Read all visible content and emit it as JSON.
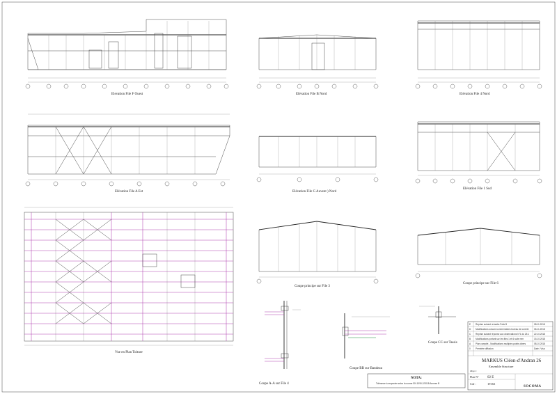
{
  "views": {
    "elev_f": "Elevation File F  Ouest",
    "elev_b": "Elévation File B  Nord",
    "elev_4": "Elévation File 4  Nord",
    "elev_a": "Elévation File A  Est",
    "elev_g": "Elévation File G  Auvent )  Nord",
    "elev_1": "Elévation File 1  Sud",
    "plan": "Vue en Plan Toiture",
    "coupe_3": "Coupe principe sur File 3",
    "coupe_6": "Coupe principe sur File 6",
    "coupe_aa": "Coupe A-A  sur  File 4",
    "coupe_bb": "Coupe BB  sur  Bandeau",
    "coupe_cc": "Coupe CC sur  Tassis"
  },
  "nota": {
    "title": "NOTA:",
    "text": "Tolérance à respecter selon la norme EN 1090-2/2018 Annexe B"
  },
  "cartouche": {
    "project": "MARKUS  Cléon-d'Andran 26",
    "subtitle": "Ensemble Structure",
    "objet_label": "Objet :",
    "plan_label": "Plan N°",
    "plan_no": "02 E",
    "cde_label": "Cde :",
    "cde_no": "19163",
    "company": "SOCOMA",
    "revisions": [
      {
        "rev": "E",
        "desc": "Reprise suivant remarks Folio B",
        "date": "08.11.2018"
      },
      {
        "rev": "D",
        "desc": "Modifications suivant commentaires bureau de contrôle du 23.10.18",
        "date": "06.11.2018"
      },
      {
        "rev": "C",
        "desc": "Reprise suivant réponse aux observations N°1 du 25.10.18",
        "date": "22.10.2018"
      },
      {
        "rev": "B",
        "desc": "Modifications portant sur les files 1 et 6 suite remarks",
        "date": "15.10.2018"
      },
      {
        "rev": "A",
        "desc": "Plan complet - Modifications multiples points divers",
        "date": "08.10.2018"
      },
      {
        "rev": "0",
        "desc": "Première diffusion",
        "date": "Date / Visa"
      }
    ]
  }
}
